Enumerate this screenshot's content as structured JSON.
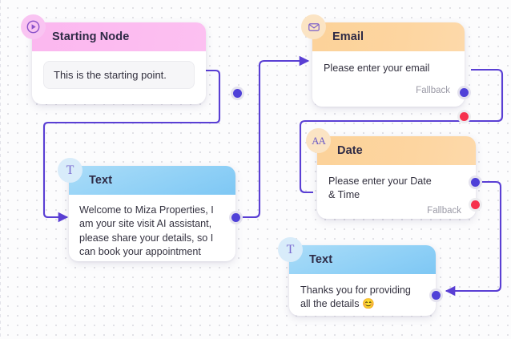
{
  "canvas": {
    "background_color": "#fcfcfd",
    "dot_color": "#dcdce2",
    "edge_color": "#5a3fd4"
  },
  "palette": {
    "start_header": "#fcbcf0",
    "input_header": "#fdd5a0",
    "text_header": "#8fd0f6",
    "port_out": "#4f40d8",
    "port_fallback": "#f6304c"
  },
  "nodes": [
    {
      "id": "start",
      "type": "start",
      "icon": "play-icon",
      "title": "Starting Node",
      "field_value": "This is the starting point."
    },
    {
      "id": "email",
      "type": "email",
      "icon": "envelope-icon",
      "title": "Email",
      "prompt": "Please enter your email",
      "fallback_label": "Fallback"
    },
    {
      "id": "text-welcome",
      "type": "text",
      "icon": "text-t-icon",
      "title": "Text",
      "prompt": "Welcome to Miza Properties, I am your site visit AI assistant, please share your details, so I can book your appointment"
    },
    {
      "id": "date",
      "type": "date",
      "icon": "aa-text-icon",
      "title": "Date",
      "prompt": "Please enter your Date & Time",
      "fallback_label": "Fallback"
    },
    {
      "id": "text-thanks",
      "type": "text",
      "icon": "text-t-icon",
      "title": "Text",
      "prompt": "Thanks you for providing all the details 😊"
    }
  ]
}
